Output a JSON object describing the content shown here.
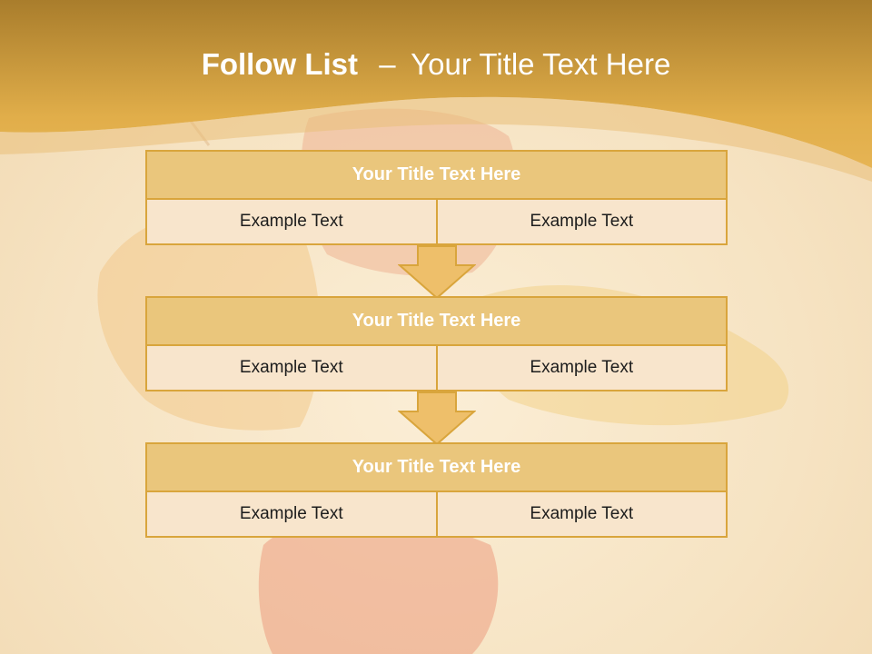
{
  "slide": {
    "title_bold": "Follow List",
    "title_dash": "–",
    "title_rest": "Your Title Text Here"
  },
  "steps": [
    {
      "title": "Your Title Text Here",
      "left": "Example Text",
      "right": "Example Text"
    },
    {
      "title": "Your Title Text Here",
      "left": "Example Text",
      "right": "Example Text"
    },
    {
      "title": "Your Title Text Here",
      "left": "Example Text",
      "right": "Example Text"
    }
  ],
  "colors": {
    "header_dark": "#a97d2c",
    "header_light": "#e1ae4a",
    "box_border": "#d9a53c",
    "box_title_fill": "#eac67c",
    "box_cell_fill": "#f8e5cc",
    "arrow_fill": "#eebf6a"
  }
}
